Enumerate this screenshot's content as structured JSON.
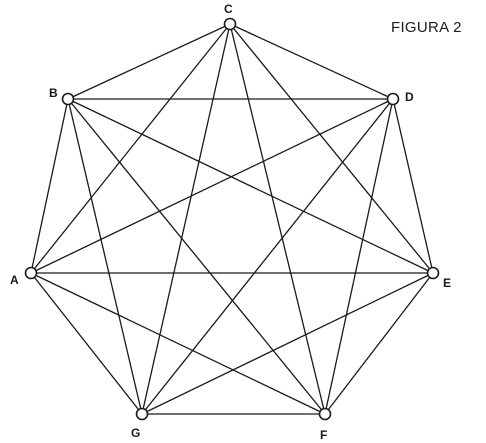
{
  "title": "FIGURA 2",
  "graph": {
    "nodes": [
      {
        "id": "C",
        "label": "C"
      },
      {
        "id": "B",
        "label": "B"
      },
      {
        "id": "D",
        "label": "D"
      },
      {
        "id": "A",
        "label": "A"
      },
      {
        "id": "E",
        "label": "E"
      },
      {
        "id": "G",
        "label": "G"
      },
      {
        "id": "F",
        "label": "F"
      }
    ],
    "edges": [
      [
        "A",
        "B"
      ],
      [
        "A",
        "C"
      ],
      [
        "A",
        "D"
      ],
      [
        "A",
        "E"
      ],
      [
        "A",
        "F"
      ],
      [
        "A",
        "G"
      ],
      [
        "B",
        "C"
      ],
      [
        "B",
        "D"
      ],
      [
        "B",
        "E"
      ],
      [
        "B",
        "F"
      ],
      [
        "B",
        "G"
      ],
      [
        "C",
        "D"
      ],
      [
        "C",
        "E"
      ],
      [
        "C",
        "F"
      ],
      [
        "C",
        "G"
      ],
      [
        "D",
        "E"
      ],
      [
        "D",
        "F"
      ],
      [
        "D",
        "G"
      ],
      [
        "E",
        "F"
      ],
      [
        "E",
        "G"
      ],
      [
        "F",
        "G"
      ]
    ]
  }
}
